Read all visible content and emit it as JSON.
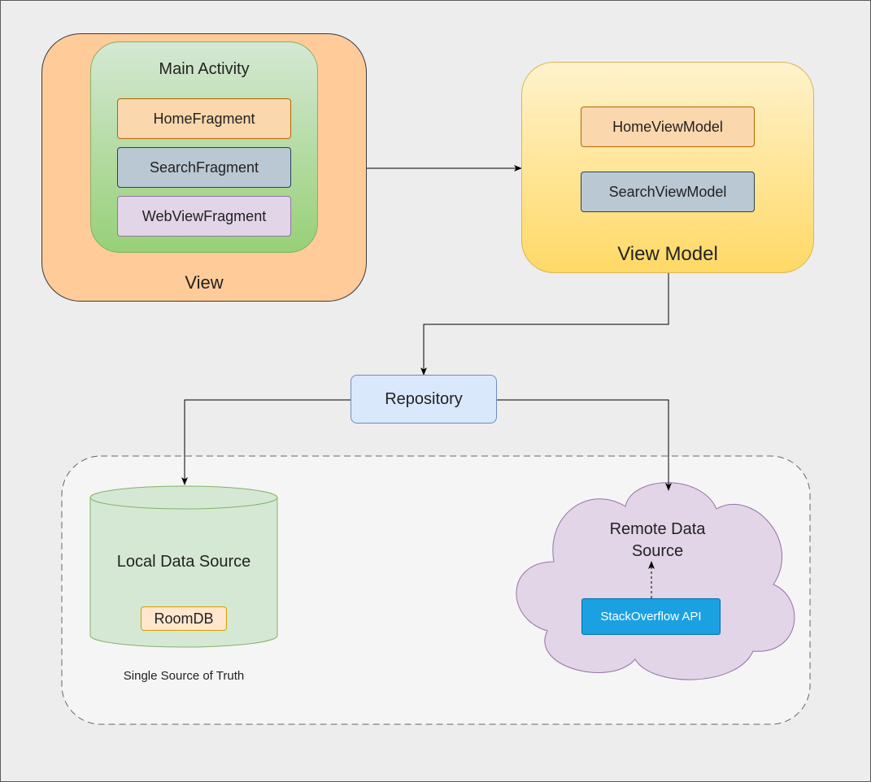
{
  "view": {
    "title": "View",
    "main_activity": {
      "title": "Main Activity",
      "fragments": [
        "HomeFragment",
        "SearchFragment",
        "WebViewFragment"
      ]
    }
  },
  "view_model": {
    "title": "View Model",
    "items": [
      "HomeViewModel",
      "SearchViewModel"
    ]
  },
  "repository": {
    "label": "Repository"
  },
  "local_data_source": {
    "title": "Local Data Source",
    "db": "RoomDB",
    "caption": "Single Source of Truth"
  },
  "remote_data_source": {
    "title": "Remote Data Source",
    "api": "StackOverflow API"
  },
  "colors": {
    "view_fill": "#ffcc99",
    "main_activity_top": "#d5e8d4",
    "main_activity_bottom": "#97d077",
    "home_fill": "#fad7ac",
    "search_fill": "#bac8d3",
    "webview_fill": "#e1d5e7",
    "view_model_top": "#fff2cc",
    "view_model_bottom": "#ffd966",
    "repository_fill": "#dae8fc",
    "cylinder_fill": "#d5e8d4",
    "cloud_fill": "#e1d5e7",
    "api_fill": "#1ba1e2"
  }
}
